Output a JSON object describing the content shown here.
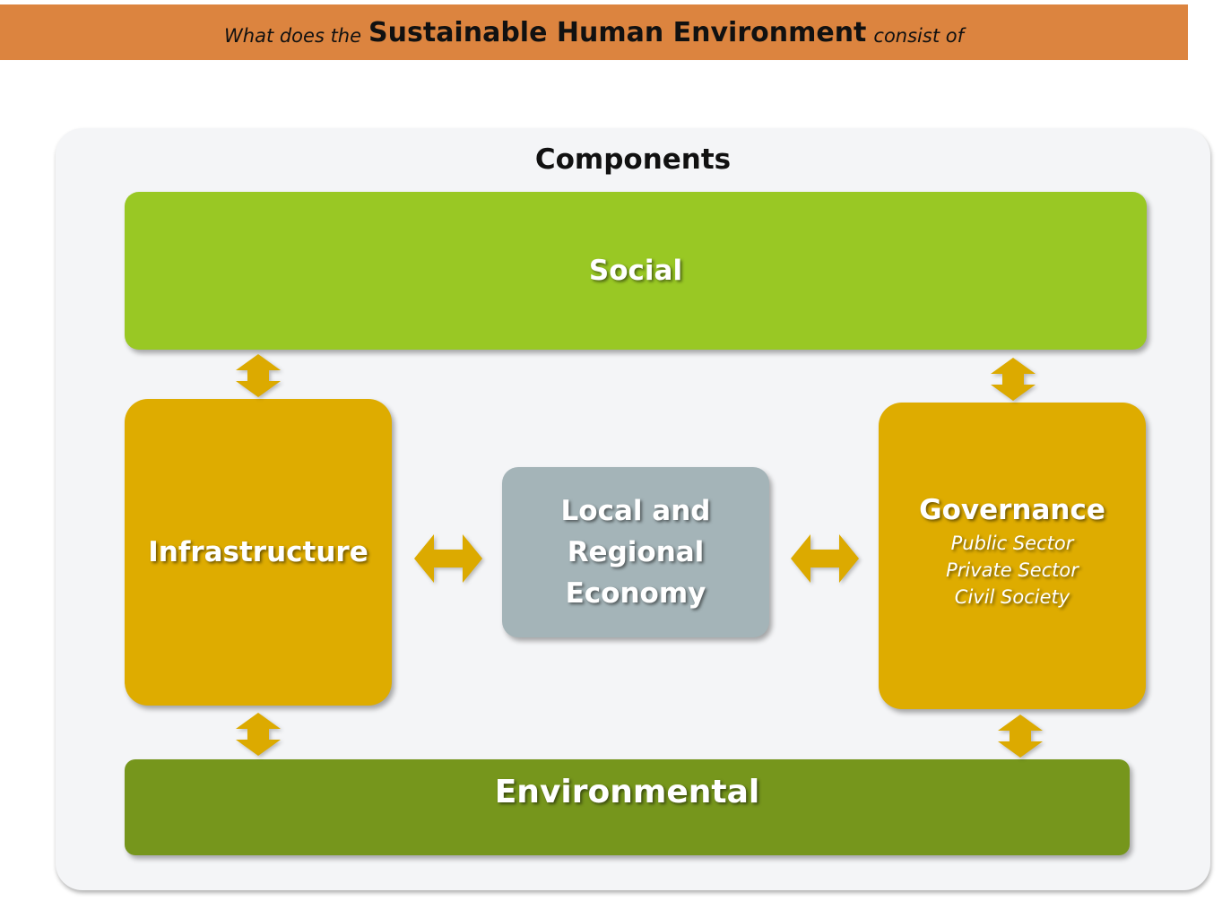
{
  "header": {
    "prefix": "What does the",
    "emphasis": "Sustainable Human Environment",
    "suffix": "consist of"
  },
  "diagram": {
    "title": "Components",
    "social": "Social",
    "infrastructure": "Infrastructure",
    "economy": {
      "lines": [
        "Local and",
        "Regional",
        "Economy"
      ]
    },
    "governance": {
      "title": "Governance",
      "sub": [
        "Public Sector",
        "Private Sector",
        "Civil Society"
      ]
    },
    "environmental": "Environmental"
  },
  "colors": {
    "banner": "#dc843f",
    "social": "#99c824",
    "infrastructure": "#deac00",
    "governance": "#deac00",
    "economy": "#a4b4b8",
    "environmental": "#76961c",
    "arrow": "#dcaa00",
    "panel": "#f4f5f7"
  }
}
